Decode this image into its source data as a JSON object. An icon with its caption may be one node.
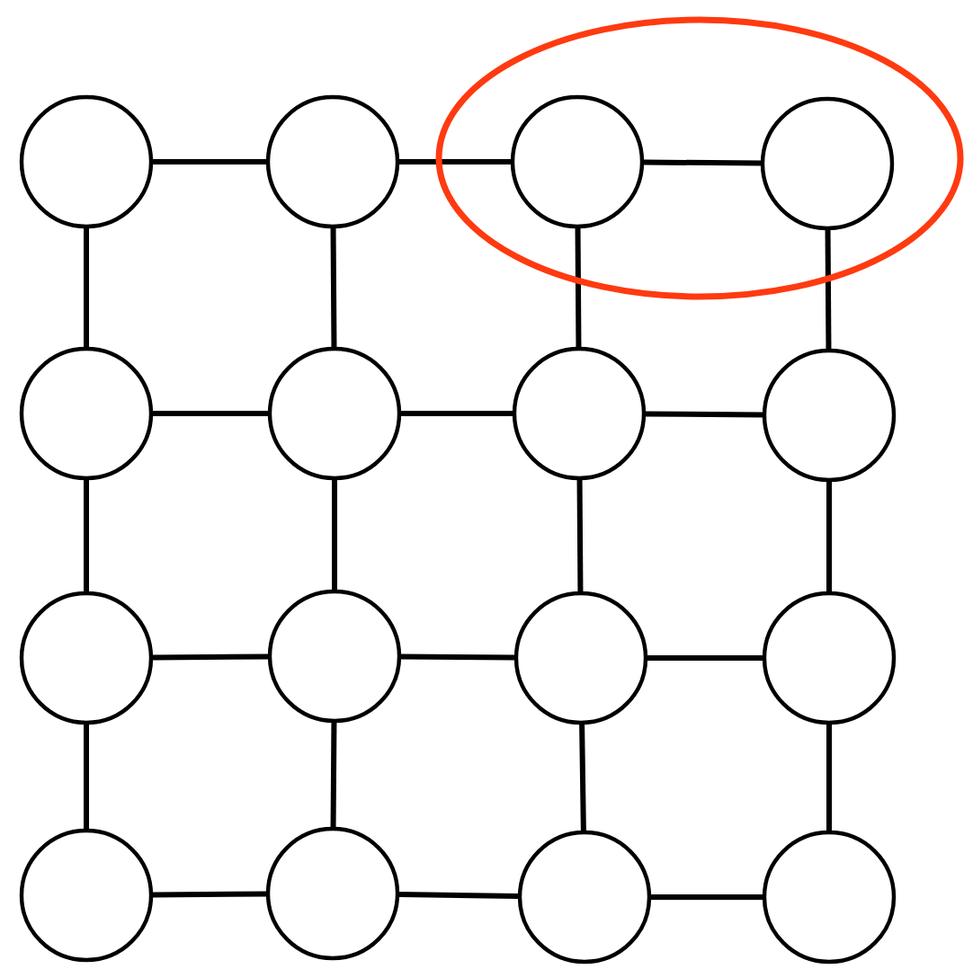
{
  "diagram": {
    "nodes": [
      {
        "text": [],
        "shape": "circle"
      },
      {
        "text": [],
        "shape": "circle"
      },
      {
        "text": [],
        "shape": "ellipse"
      },
      {
        "text": [],
        "shape": "circle",
        "in": 2
      },
      {
        "text": [],
        "shape": "circle",
        "in": 2
      },
      {
        "text": [],
        "shape": "circle"
      },
      {
        "text": [],
        "shape": "circle"
      },
      {
        "text": [],
        "shape": "circle"
      },
      {
        "text": [],
        "shape": "circle"
      },
      {
        "text": [],
        "shape": "circle"
      },
      {
        "text": [],
        "shape": "circle"
      },
      {
        "text": [],
        "shape": "circle"
      },
      {
        "text": [],
        "shape": "circle"
      },
      {
        "text": [],
        "shape": "circle"
      },
      {
        "text": [],
        "shape": "circle"
      },
      {
        "text": [],
        "shape": "circle"
      },
      {
        "text": [],
        "shape": "circle"
      }
    ],
    "edges": [
      {
        "from": 0,
        "to": 1,
        "arrow": "none"
      },
      {
        "from": 1,
        "to": 3,
        "arrow": "none"
      },
      {
        "from": 3,
        "to": 4,
        "arrow": "none"
      },
      {
        "from": 0,
        "to": 5,
        "arrow": "none"
      },
      {
        "from": 1,
        "to": 6,
        "arrow": "none"
      },
      {
        "from": 3,
        "to": 7,
        "arrow": "none"
      },
      {
        "from": 4,
        "to": 8,
        "arrow": "none"
      },
      {
        "from": 5,
        "to": 6,
        "arrow": "none"
      },
      {
        "from": 6,
        "to": 7,
        "arrow": "none"
      },
      {
        "from": 7,
        "to": 8,
        "arrow": "none"
      },
      {
        "from": 5,
        "to": 9,
        "arrow": "none"
      },
      {
        "from": 6,
        "to": 10,
        "arrow": "none"
      },
      {
        "from": 7,
        "to": 11,
        "arrow": "none"
      },
      {
        "from": 8,
        "to": 12,
        "arrow": "none"
      },
      {
        "from": 9,
        "to": 10,
        "arrow": "none"
      },
      {
        "from": 10,
        "to": 11,
        "arrow": "none"
      },
      {
        "from": 11,
        "to": 12,
        "arrow": "none"
      },
      {
        "from": 9,
        "to": 13,
        "arrow": "none"
      },
      {
        "from": 10,
        "to": 14,
        "arrow": "none"
      },
      {
        "from": 11,
        "to": 15,
        "arrow": "none"
      },
      {
        "from": 12,
        "to": 16,
        "arrow": "none"
      },
      {
        "from": 13,
        "to": 14,
        "arrow": "none"
      },
      {
        "from": 14,
        "to": 15,
        "arrow": "none"
      },
      {
        "from": 15,
        "to": 16,
        "arrow": "none"
      }
    ]
  }
}
